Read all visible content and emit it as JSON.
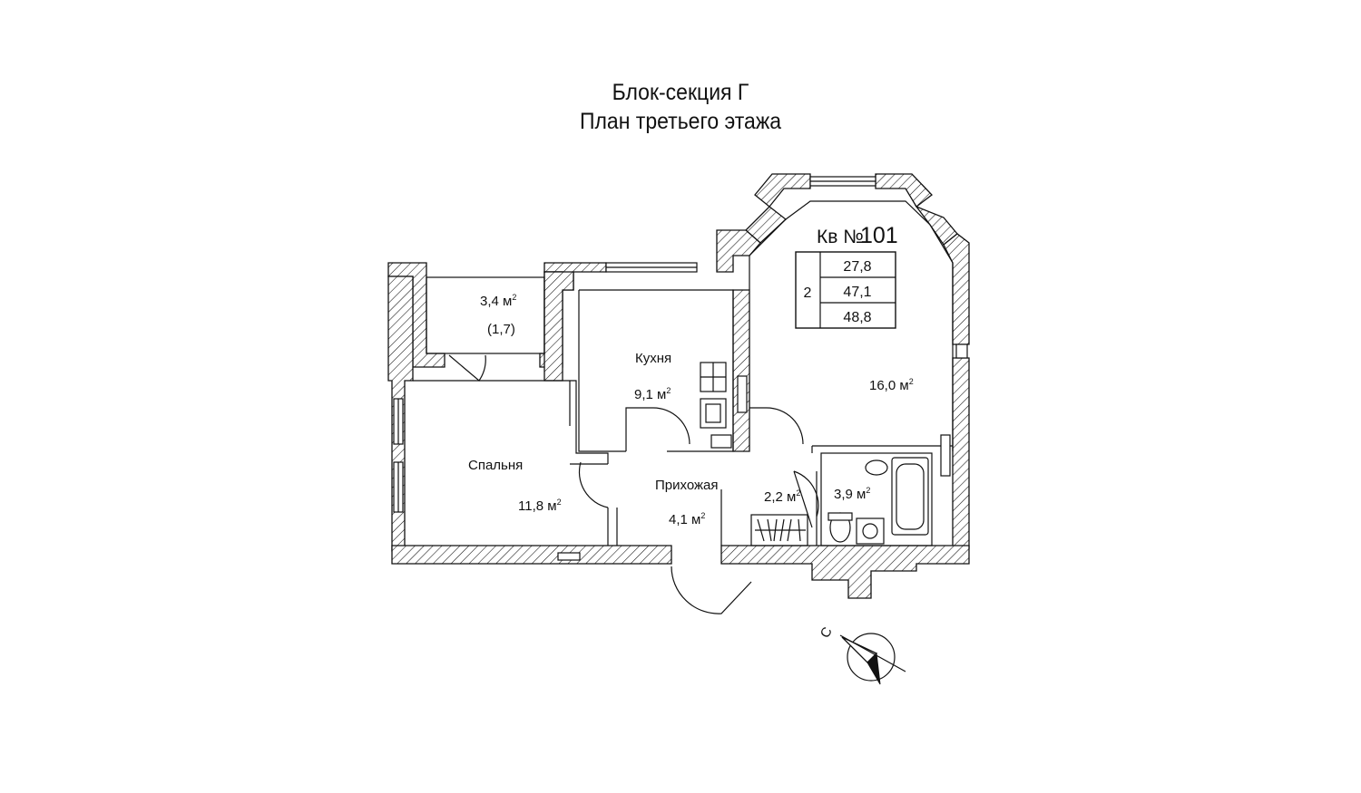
{
  "title": {
    "line1": "Блок-секция Г",
    "line2": "План третьего этажа"
  },
  "apartment": {
    "label": "Кв №",
    "number": "101",
    "rooms": "2",
    "areas": [
      "27,8",
      "47,1",
      "48,8"
    ]
  },
  "rooms": {
    "balcony": {
      "area": "3,4 м",
      "sup": "2",
      "reduced": "(1,7)"
    },
    "kitchen": {
      "name": "Кухня",
      "area": "9,1 м",
      "sup": "2"
    },
    "living": {
      "area": "16,0 м",
      "sup": "2"
    },
    "bedroom": {
      "name": "Спальня",
      "area": "11,8 м",
      "sup": "2"
    },
    "hall": {
      "name": "Прихожая",
      "area": "4,1 м",
      "sup": "2"
    },
    "closet": {
      "area": "2,2 м",
      "sup": "2"
    },
    "bathroom": {
      "area": "3,9 м",
      "sup": "2"
    }
  },
  "compass": {
    "letter": "С"
  }
}
